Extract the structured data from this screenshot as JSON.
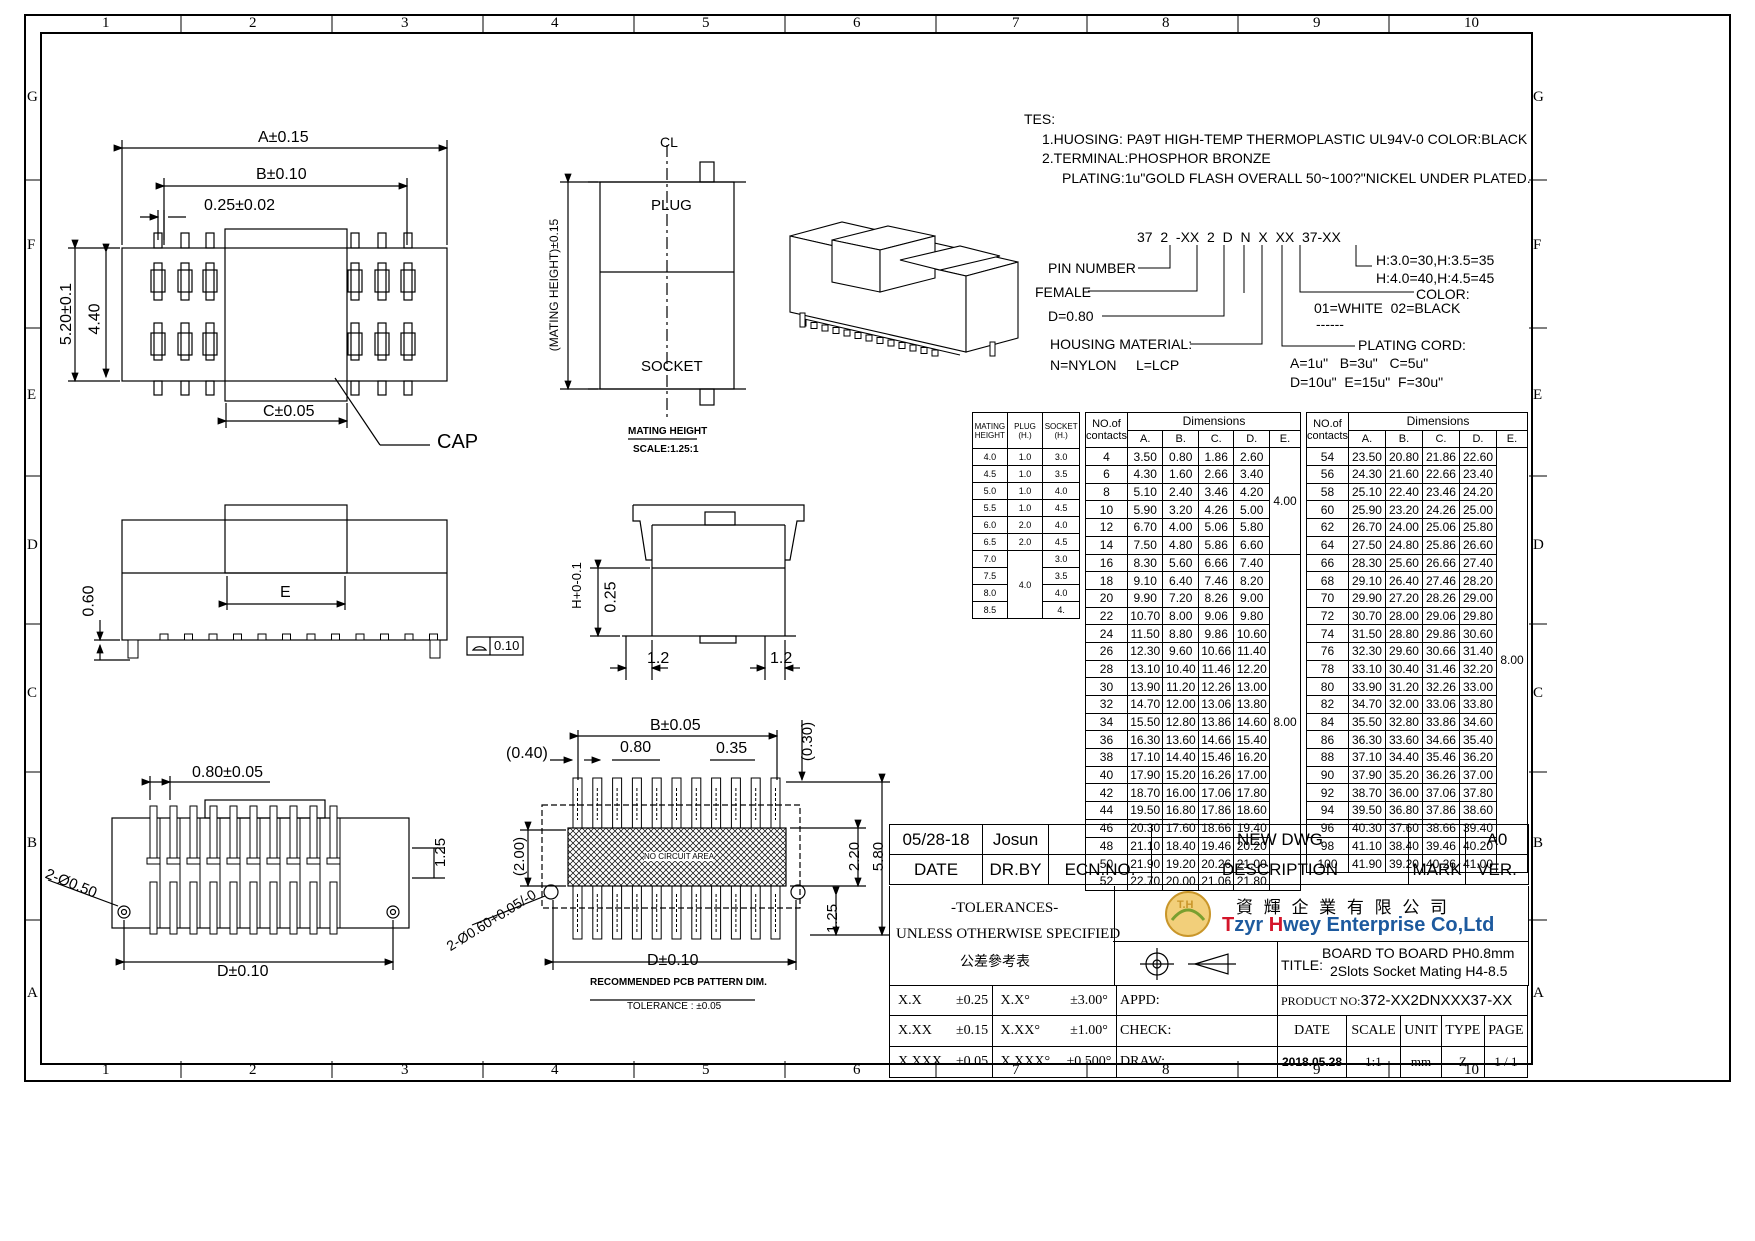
{
  "grid": {
    "top_numbers": [
      "1",
      "2",
      "3",
      "4",
      "5",
      "6",
      "7",
      "8",
      "9",
      "10"
    ],
    "side_letters": [
      "G",
      "F",
      "E",
      "D",
      "C",
      "B",
      "A"
    ]
  },
  "notes": {
    "title": "TES:",
    "line1": "1.HUOSING: PA9T HIGH-TEMP THERMOPLASTIC UL94V-0 COLOR:BLACK",
    "line2": "2.TERMINAL:PHOSPHOR BRONZE",
    "line3": "PLATING:1u\"GOLD FLASH OVERALL 50~100?\"NICKEL UNDER PLATED."
  },
  "part_code": {
    "code": "37  2  -XX  2  D  N  X  XX  37-XX",
    "pin_number": "PIN NUMBER",
    "female": "FEMALE",
    "pitch": "D=0.80",
    "housing_material": "HOUSING MATERIAL:",
    "housing_options": "N=NYLON     L=LCP",
    "height_opt1": "H:3.0=30,H:3.5=35",
    "height_opt2": "H:4.0=40,H:4.5=45",
    "color_label": "COLOR:",
    "color_options": "01=WHITE  02=BLACK",
    "color_blank": "------",
    "plating_label": "PLATING CORD:",
    "plating1": "A=1u\"   B=3u\"   C=5u\"",
    "plating2": "D=10u\"  E=15u\"  F=30u\""
  },
  "drawing_labels": {
    "a_dim": "A±0.15",
    "b_dim": "B±0.10",
    "pitch_dim": "0.25±0.02",
    "h520": "5.20±0.1",
    "h440": "4.40",
    "c_dim": "C±0.05",
    "cap": "CAP",
    "cl": "CL",
    "plug": "PLUG",
    "socket": "SOCKET",
    "mating_height_dim": "(MATING HEIGHT)±0.15",
    "mating_height_title": "MATING HEIGHT",
    "mating_scale": "SCALE:1.25:1",
    "e_dim": "E",
    "h060": "0.60",
    "flatness": "0.10",
    "h_tol": "H+0-0.1",
    "h025": "0.25",
    "w12a": "1.2",
    "w12b": "1.2",
    "pitch080": "0.80±0.05",
    "hole050": "2-Ø0.50",
    "h125a": "1.25",
    "d_dim_left": "D±0.10",
    "b005": "B±0.05",
    "d040": "(0.40)",
    "d080": "0.80",
    "d035": "0.35",
    "d030": "(0.30)",
    "d200": "(2.00)",
    "d220": "2.20",
    "d580": "5.80",
    "d125b": "1.25",
    "hole060": "2-Ø0.60+0.05/-0",
    "no_circuit": "NO CIRCUIT AREA",
    "d_dim_right": "D±0.10",
    "pcb_title": "RECOMMENDED PCB PATTERN DIM.",
    "pcb_tol": "TOLERANCE : ±0.05"
  },
  "mating_table": {
    "headers": [
      "MATING HEIGHT",
      "PLUG (H.)",
      "SOCKET (H.)"
    ],
    "rows": [
      [
        "4.0",
        "1.0",
        "3.0"
      ],
      [
        "4.5",
        "1.0",
        "3.5"
      ],
      [
        "5.0",
        "1.0",
        "4.0"
      ],
      [
        "5.5",
        "1.0",
        "4.5"
      ],
      [
        "6.0",
        "2.0",
        "4.0"
      ],
      [
        "6.5",
        "2.0",
        "4.5"
      ],
      [
        "7.0",
        "",
        "3.0"
      ],
      [
        "7.5",
        "4.0",
        "3.5"
      ],
      [
        "8.0",
        "",
        "4.0"
      ],
      [
        "8.5",
        "",
        "4."
      ]
    ]
  },
  "dim_table_left": {
    "h_contacts": "NO.of contacts",
    "h_dims": "Dimensions",
    "cols": [
      "A.",
      "B.",
      "C.",
      "D.",
      "E."
    ],
    "e_values": [
      "4.00",
      "8.00"
    ],
    "rows": [
      [
        "4",
        "3.50",
        "0.80",
        "1.86",
        "2.60"
      ],
      [
        "6",
        "4.30",
        "1.60",
        "2.66",
        "3.40"
      ],
      [
        "8",
        "5.10",
        "2.40",
        "3.46",
        "4.20"
      ],
      [
        "10",
        "5.90",
        "3.20",
        "4.26",
        "5.00"
      ],
      [
        "12",
        "6.70",
        "4.00",
        "5.06",
        "5.80"
      ],
      [
        "14",
        "7.50",
        "4.80",
        "5.86",
        "6.60"
      ],
      [
        "16",
        "8.30",
        "5.60",
        "6.66",
        "7.40"
      ],
      [
        "18",
        "9.10",
        "6.40",
        "7.46",
        "8.20"
      ],
      [
        "20",
        "9.90",
        "7.20",
        "8.26",
        "9.00"
      ],
      [
        "22",
        "10.70",
        "8.00",
        "9.06",
        "9.80"
      ],
      [
        "24",
        "11.50",
        "8.80",
        "9.86",
        "10.60"
      ],
      [
        "26",
        "12.30",
        "9.60",
        "10.66",
        "11.40"
      ],
      [
        "28",
        "13.10",
        "10.40",
        "11.46",
        "12.20"
      ],
      [
        "30",
        "13.90",
        "11.20",
        "12.26",
        "13.00"
      ],
      [
        "32",
        "14.70",
        "12.00",
        "13.06",
        "13.80"
      ],
      [
        "34",
        "15.50",
        "12.80",
        "13.86",
        "14.60"
      ],
      [
        "36",
        "16.30",
        "13.60",
        "14.66",
        "15.40"
      ],
      [
        "38",
        "17.10",
        "14.40",
        "15.46",
        "16.20"
      ],
      [
        "40",
        "17.90",
        "15.20",
        "16.26",
        "17.00"
      ],
      [
        "42",
        "18.70",
        "16.00",
        "17.06",
        "17.80"
      ],
      [
        "44",
        "19.50",
        "16.80",
        "17.86",
        "18.60"
      ],
      [
        "46",
        "20.30",
        "17.60",
        "18.66",
        "19.40"
      ],
      [
        "48",
        "21.10",
        "18.40",
        "19.46",
        "20.20"
      ],
      [
        "50",
        "21.90",
        "19.20",
        "20.26",
        "21.00"
      ],
      [
        "52",
        "22.70",
        "20.00",
        "21.06",
        "21.80"
      ]
    ]
  },
  "dim_table_right": {
    "h_contacts": "NO.of contacts",
    "h_dims": "Dimensions",
    "cols": [
      "A.",
      "B.",
      "C.",
      "D.",
      "E."
    ],
    "e_value": "8.00",
    "rows": [
      [
        "54",
        "23.50",
        "20.80",
        "21.86",
        "22.60"
      ],
      [
        "56",
        "24.30",
        "21.60",
        "22.66",
        "23.40"
      ],
      [
        "58",
        "25.10",
        "22.40",
        "23.46",
        "24.20"
      ],
      [
        "60",
        "25.90",
        "23.20",
        "24.26",
        "25.00"
      ],
      [
        "62",
        "26.70",
        "24.00",
        "25.06",
        "25.80"
      ],
      [
        "64",
        "27.50",
        "24.80",
        "25.86",
        "26.60"
      ],
      [
        "66",
        "28.30",
        "25.60",
        "26.66",
        "27.40"
      ],
      [
        "68",
        "29.10",
        "26.40",
        "27.46",
        "28.20"
      ],
      [
        "70",
        "29.90",
        "27.20",
        "28.26",
        "29.00"
      ],
      [
        "72",
        "30.70",
        "28.00",
        "29.06",
        "29.80"
      ],
      [
        "74",
        "31.50",
        "28.80",
        "29.86",
        "30.60"
      ],
      [
        "76",
        "32.30",
        "29.60",
        "30.66",
        "31.40"
      ],
      [
        "78",
        "33.10",
        "30.40",
        "31.46",
        "32.20"
      ],
      [
        "80",
        "33.90",
        "31.20",
        "32.26",
        "33.00"
      ],
      [
        "82",
        "34.70",
        "32.00",
        "33.06",
        "33.80"
      ],
      [
        "84",
        "35.50",
        "32.80",
        "33.86",
        "34.60"
      ],
      [
        "86",
        "36.30",
        "33.60",
        "34.66",
        "35.40"
      ],
      [
        "88",
        "37.10",
        "34.40",
        "35.46",
        "36.20"
      ],
      [
        "90",
        "37.90",
        "35.20",
        "36.26",
        "37.00"
      ],
      [
        "92",
        "38.70",
        "36.00",
        "37.06",
        "37.80"
      ],
      [
        "94",
        "39.50",
        "36.80",
        "37.86",
        "38.60"
      ],
      [
        "96",
        "40.30",
        "37.60",
        "38.66",
        "39.40"
      ],
      [
        "98",
        "41.10",
        "38.40",
        "39.46",
        "40.20"
      ],
      [
        "100",
        "41.90",
        "39.20",
        "40.26",
        "41.00"
      ]
    ]
  },
  "title_block": {
    "rev_date": "05/28-18",
    "rev_by": "Josun",
    "rev_desc": "NEW DWG",
    "rev_ver": "A0",
    "h_date": "DATE",
    "h_drby": "DR.BY",
    "h_ecn": "ECN.NO.",
    "h_desc": "DESCRIPTION",
    "h_mark": "MARK",
    "h_ver": "VER.",
    "tol1": "-TOLERANCES-",
    "tol2": "UNLESS OTHERWISE SPECIFIED",
    "tol3": "公差參考表",
    "company_cn": "資 輝 企 業 有 限 公 司",
    "company_en_t": "T",
    "company_en_1": "zyr ",
    "company_en_h": "H",
    "company_en_2": "wey Enterprise Co,Ltd",
    "logo_text": "T.H",
    "title_label": "TITLE:",
    "title_line1": "BOARD TO BOARD PH0.8mm",
    "title_line2": "2Slots Socket Mating H4-8.5",
    "product_label": "PRODUCT NO:",
    "product_no": "372-XX2DNXXX37-XX",
    "tol_x": "X.X",
    "tol_x_v": "±0.25",
    "tol_xa": "X.X°",
    "tol_xa_v": "±3.00°",
    "tol_xx": "X.XX",
    "tol_xx_v": "±0.15",
    "tol_xxa": "X.XX°",
    "tol_xxa_v": "±1.00°",
    "tol_xxx": "X.XXX",
    "tol_xxx_v": "±0.05",
    "tol_xxxa": "X.XXX°",
    "tol_xxxa_v": "±0.500°",
    "appd": "APPD:",
    "check": "CHECK:",
    "draw": "DRAW:",
    "f_date": "DATE",
    "f_scale": "SCALE",
    "f_unit": "UNIT",
    "f_type": "TYPE",
    "f_page": "PAGE",
    "v_date": "2018.05.28",
    "v_scale": "1:1",
    "v_unit": "mm",
    "v_type": "Z",
    "v_page": "1 / 1"
  }
}
